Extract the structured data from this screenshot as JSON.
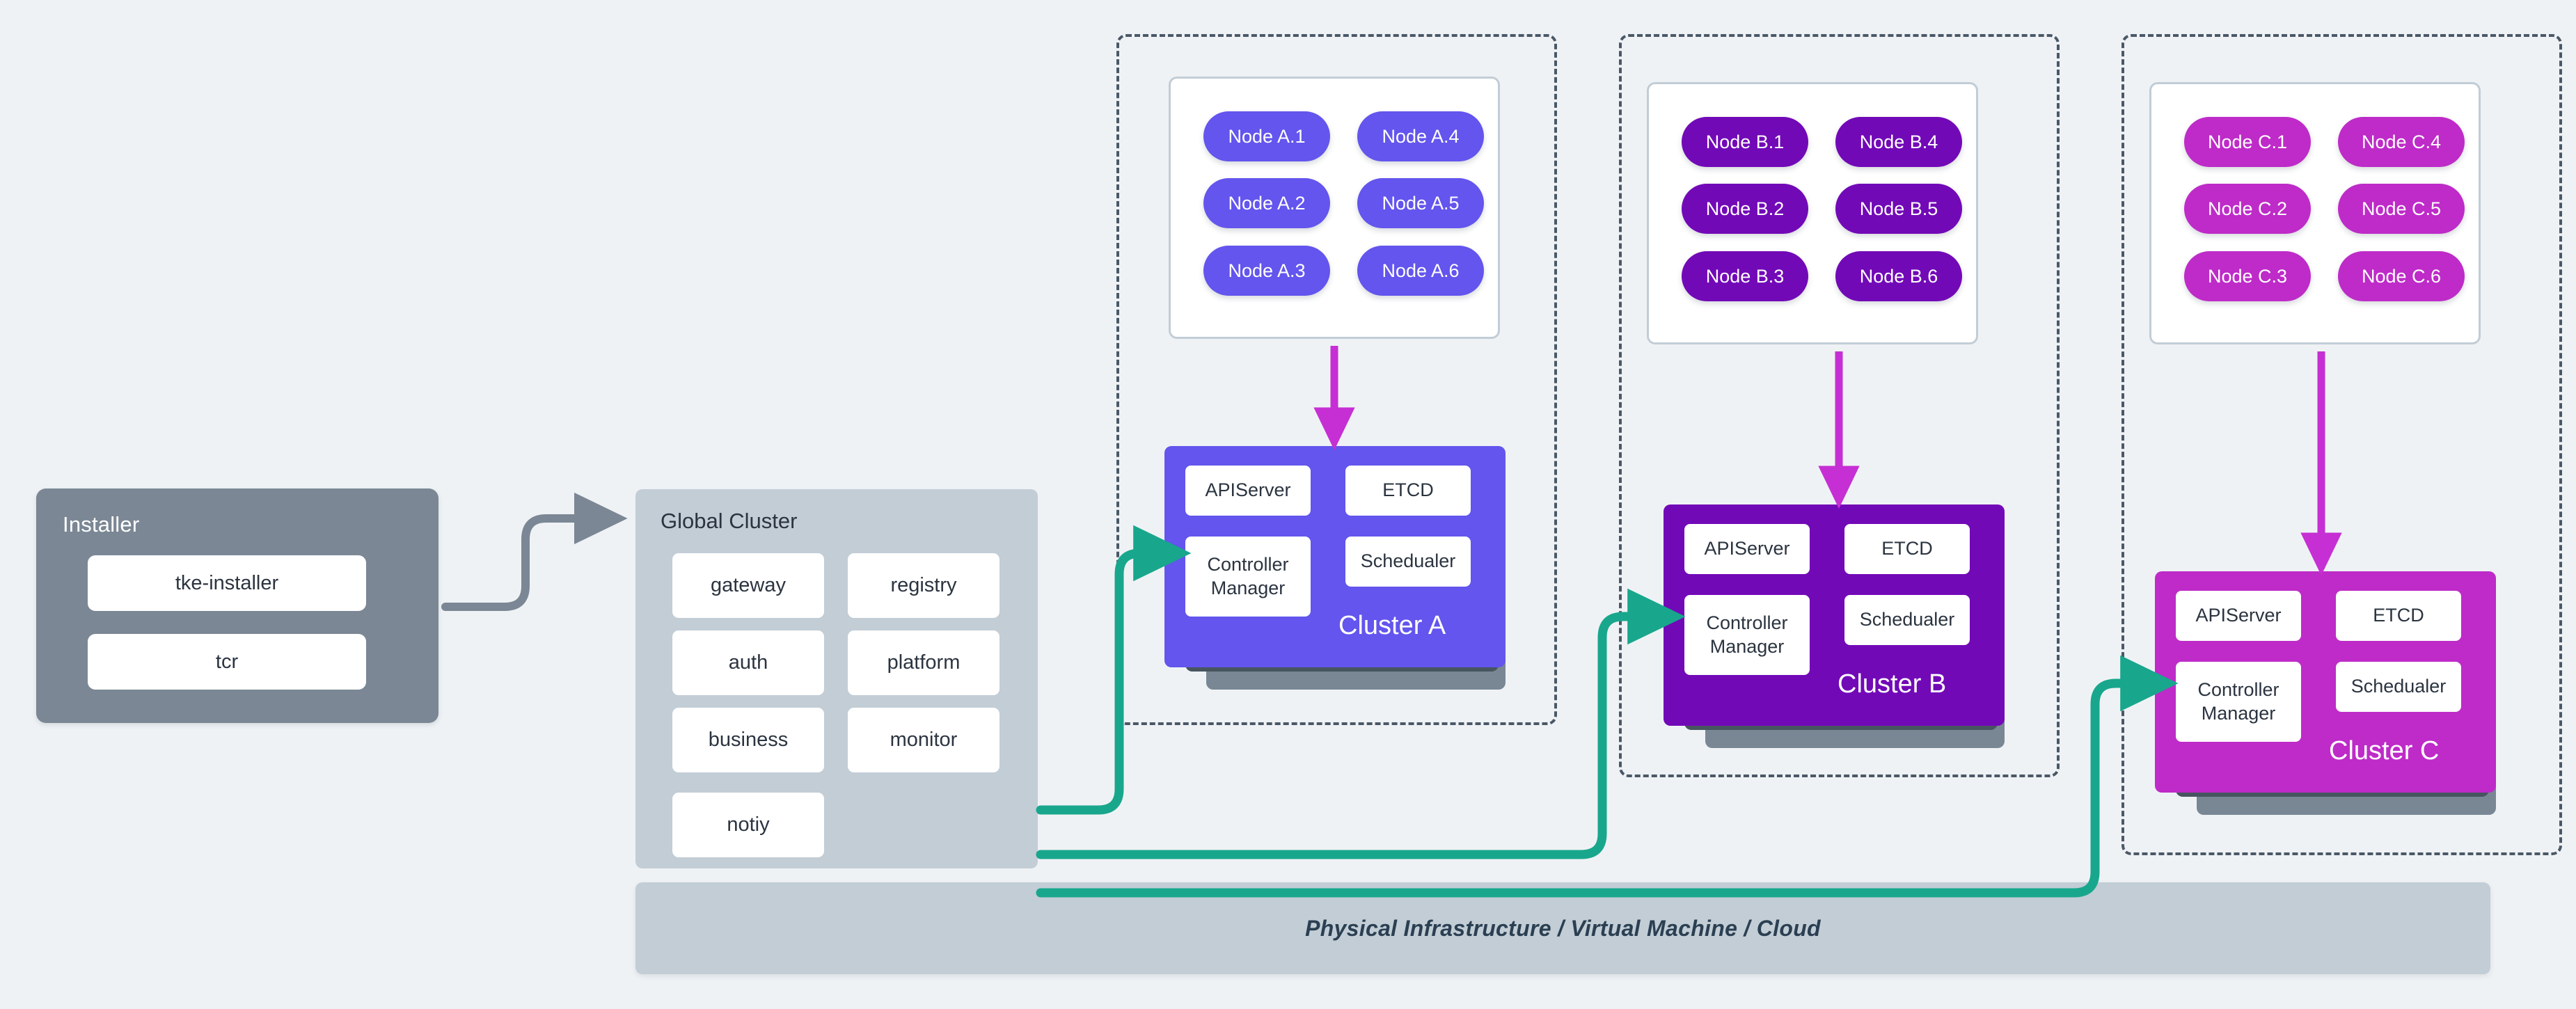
{
  "installer": {
    "title": "Installer",
    "items": [
      "tke-installer",
      "tcr"
    ]
  },
  "global_cluster": {
    "title": "Global Cluster",
    "items": [
      "gateway",
      "registry",
      "auth",
      "platform",
      "business",
      "monitor",
      "notiy"
    ]
  },
  "infrastructure": {
    "label": "Physical Infrastructure / Virtual Machine / Cloud"
  },
  "control_plane_labels": {
    "apiserver": "APIServer",
    "etcd": "ETCD",
    "controller_manager": "Controller Manager",
    "scheduler": "Schedualer"
  },
  "clusters": [
    {
      "name": "Cluster A",
      "accent": "#6355ED",
      "node_color": "#6355ED",
      "nodes": [
        "Node A.1",
        "Node A.2",
        "Node A.3",
        "Node A.4",
        "Node A.5",
        "Node A.6"
      ]
    },
    {
      "name": "Cluster B",
      "accent": "#7209B7",
      "node_color": "#7209B7",
      "nodes": [
        "Node B.1",
        "Node B.2",
        "Node B.3",
        "Node B.4",
        "Node B.5",
        "Node B.6"
      ]
    },
    {
      "name": "Cluster C",
      "accent": "#BE2BC8",
      "node_color": "#BE2BC8",
      "nodes": [
        "Node C.1",
        "Node C.2",
        "Node C.3",
        "Node C.4",
        "Node C.5",
        "Node C.6"
      ]
    }
  ],
  "colors": {
    "background": "#eff2f5",
    "panel_gray": "#c2cdd6",
    "installer_gray": "#7b8794",
    "dashed_border": "#4a5866",
    "connector_teal": "#18a78c",
    "connector_gray": "#7b8794",
    "arrow_magenta": "#c62fd4",
    "text_dark": "#2b3440"
  }
}
